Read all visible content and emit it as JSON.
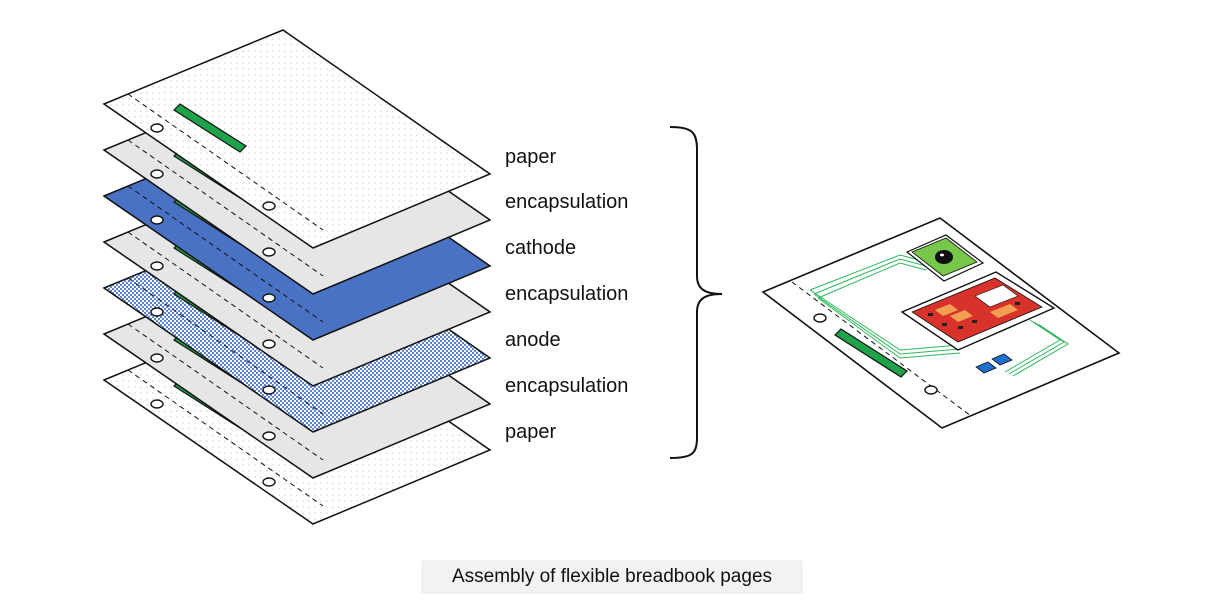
{
  "layers": [
    {
      "label": "paper"
    },
    {
      "label": "encapsulation"
    },
    {
      "label": "cathode"
    },
    {
      "label": "encapsulation"
    },
    {
      "label": "anode"
    },
    {
      "label": "encapsulation"
    },
    {
      "label": "paper"
    }
  ],
  "caption": "Assembly of flexible breadbook pages",
  "colors": {
    "paper": "#ffffff",
    "encapsulation": "#e6e6e6",
    "cathode": "#4a72c4",
    "anode": "#d6e2f4",
    "connector": "#1ea34a",
    "sensor_pad": "#77c84a",
    "circuit_board": "#d9322a",
    "traces": "#2db85c",
    "chip": "#1f6fd0",
    "outline": "#111111"
  },
  "icons": [
    "punch-hole-icon",
    "connector-strip-icon",
    "curly-brace-icon",
    "sensor-module-icon",
    "circuit-board-icon",
    "chip-icon"
  ]
}
